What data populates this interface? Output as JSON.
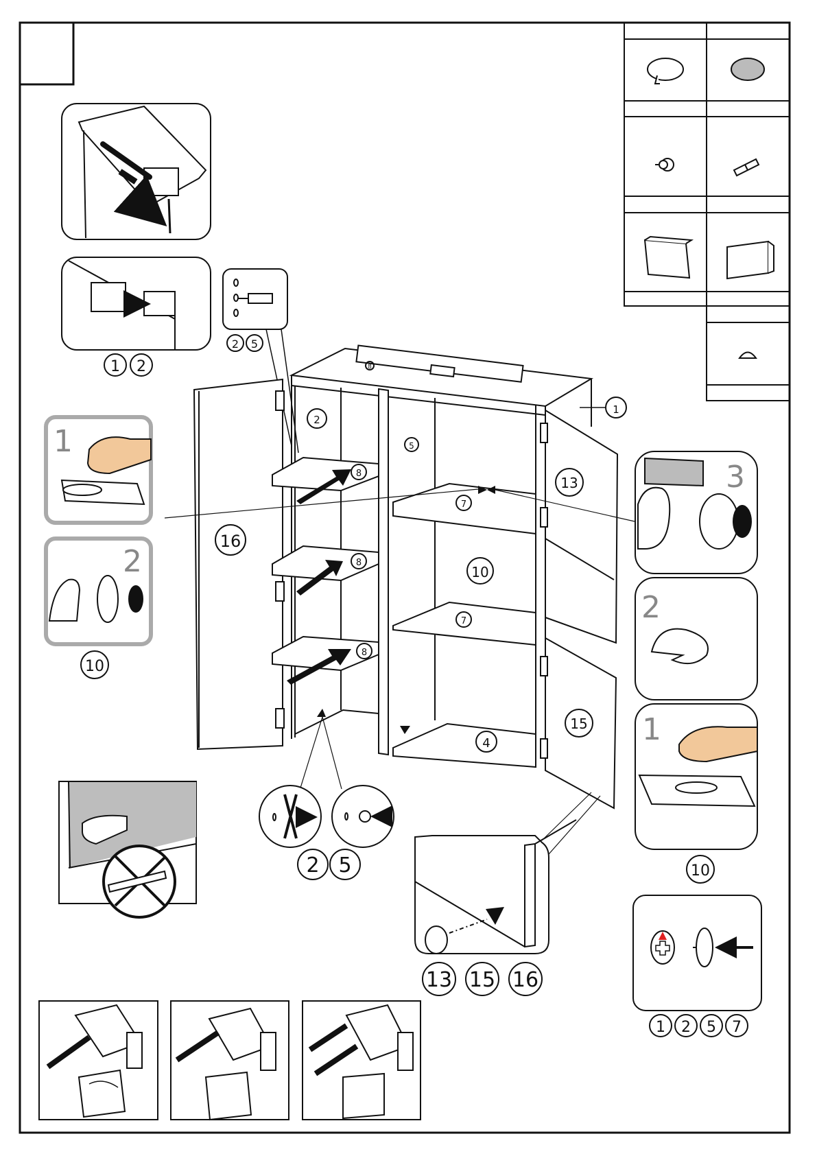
{
  "part_callouts": {
    "top_left_refs": [
      "1",
      "2"
    ],
    "dowel_refs": [
      "2",
      "5"
    ],
    "pad_refs": [
      "10"
    ],
    "bottom_fix_refs": [
      "2",
      "5"
    ],
    "foot_refs": [
      "13",
      "15",
      "16"
    ],
    "right_pad_refs": [
      "10"
    ],
    "cap_refs": [
      "1",
      "2",
      "5",
      "7"
    ]
  },
  "cabinet_labels": {
    "top": "1",
    "left_side": "2",
    "middle": "5",
    "shelf_a": "8",
    "shelf_b": "8",
    "shelf_c": "8",
    "mid_shelf_a": "7",
    "mid_shelf_b": "7",
    "back": "10",
    "bottom": "4",
    "door_left": "16",
    "door_right_top": "13",
    "door_right_bottom": "15"
  },
  "sub_steps": {
    "left_pad_1": "1",
    "left_pad_2": "2",
    "right_pad_3": "3",
    "right_pad_2": "2",
    "right_pad_1": "1"
  },
  "level_label": "8",
  "colors": {
    "line": "#111111",
    "gray_frame": "#aaaaaa",
    "wall": "#bdbdbd",
    "skin": "#f2c89a",
    "arrow_red": "#e02020"
  }
}
